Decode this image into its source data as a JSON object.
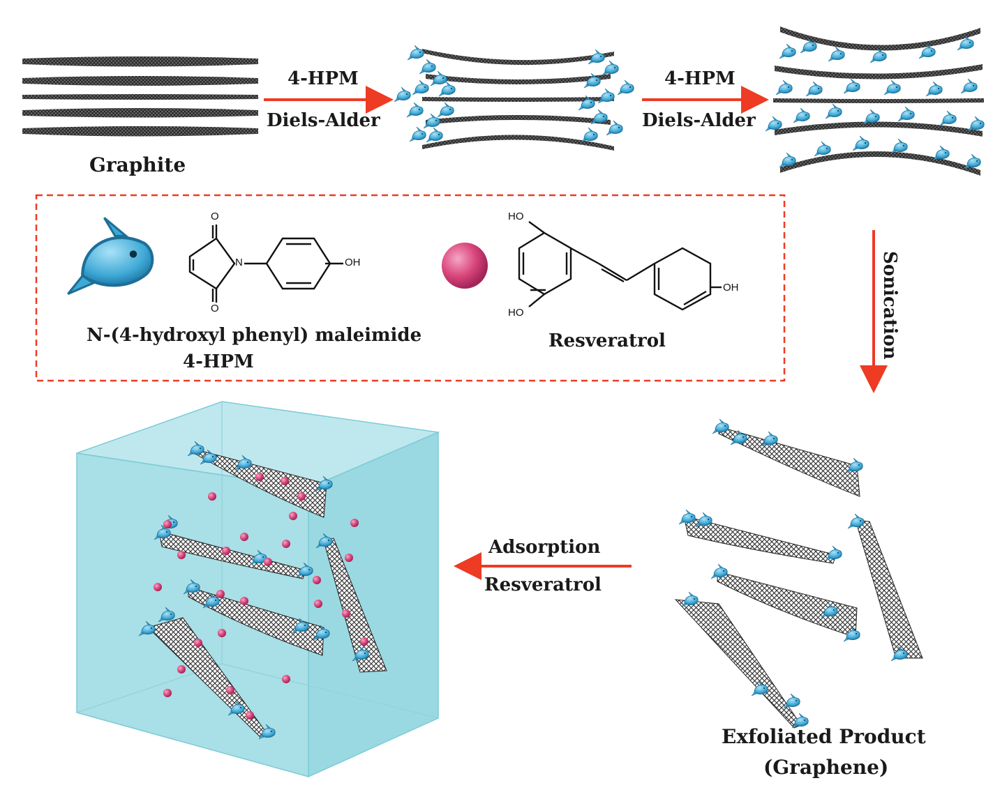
{
  "steps": {
    "step1": {
      "reagent": "4-HPM",
      "reaction": "Diels-Alder"
    },
    "step2": {
      "reagent": "4-HPM",
      "reaction": "Diels-Alder"
    },
    "step3": {
      "label": "Sonication"
    },
    "step4": {
      "line1": "Adsorption",
      "line2": "Resveratrol"
    }
  },
  "graphite_label": "Graphite",
  "product": {
    "line1": "Exfoliated Product",
    "line2": "(Graphene)"
  },
  "legend": {
    "hpm_name": "N-(4-hydroxyl phenyl) maleimide",
    "hpm_abbrev": "4-HPM",
    "resveratrol_name": "Resveratrol",
    "atoms": {
      "oxygen": "O",
      "nitrogen": "N",
      "hydroxyl": "OH",
      "hydroxyl_ho": "HO"
    }
  },
  "colors": {
    "arrow": "#ee3b24",
    "sheet": "#3a3a3a",
    "dolphin": "#3fa9d6",
    "sphere": "#d8457a",
    "box": "#a9dfe6",
    "legend_border": "#ee3b24"
  }
}
